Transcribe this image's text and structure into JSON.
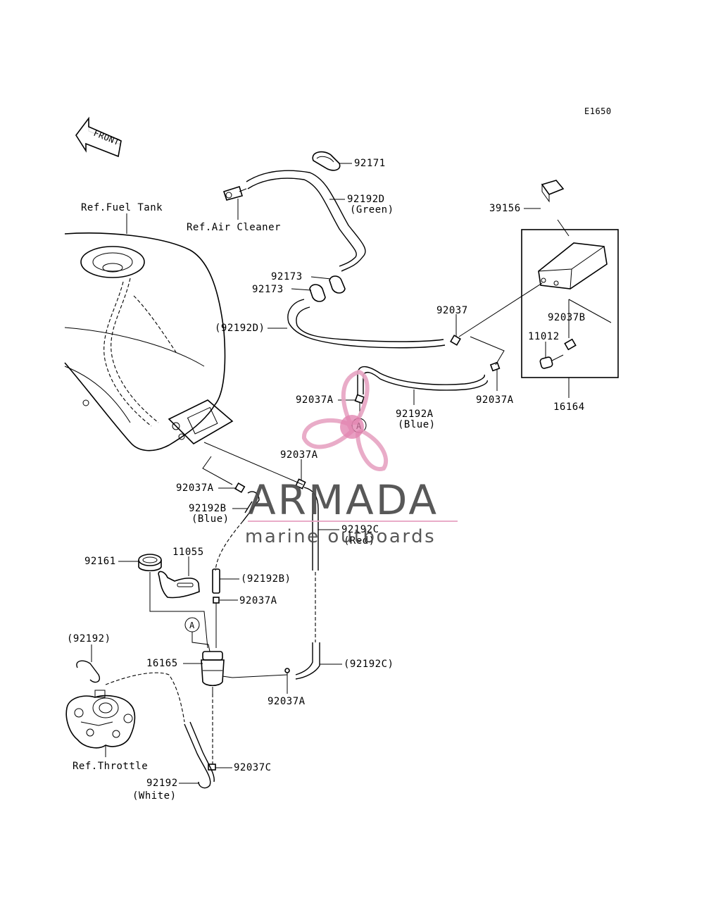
{
  "diagram_code": "E1650",
  "front_label": "FRONT",
  "callouts": {
    "ref_fuel_tank": "Ref.Fuel Tank",
    "ref_air_cleaner": "Ref.Air Cleaner",
    "ref_throttle": "Ref.Throttle",
    "p92171": "92171",
    "p92192D": "92192D",
    "p92192D_color": "(Green)",
    "p92173_a": "92173",
    "p92173_b": "92173",
    "p92192D_paren": "(92192D)",
    "p39156": "39156",
    "p92037": "92037",
    "p92037B": "92037B",
    "p11012": "11012",
    "p16164": "16164",
    "p92037A_right": "92037A",
    "p92037A_mid": "92037A",
    "p92192A": "92192A",
    "p92192A_color": "(Blue)",
    "p92037A_center": "92037A",
    "p92037A_left": "92037A",
    "p92192B": "92192B",
    "p92192B_color": "(Blue)",
    "p92192C": "92192C",
    "p92192C_color": "(Red)",
    "p92161": "92161",
    "p11055": "11055",
    "p92192B_paren": "(92192B)",
    "p92037A_lower": "92037A",
    "p92192_paren": "(92192)",
    "p16165": "16165",
    "p92192C_paren": "(92192C)",
    "p92037A_bottom": "92037A",
    "p92037C": "92037C",
    "p92192": "92192",
    "p92192_color": "(White)",
    "ref_A_top": "A",
    "ref_A_bottom": "A"
  },
  "watermark": {
    "brand": "ARMADA",
    "tagline": "marine outboards",
    "colors": {
      "propeller": "#e8a6c4",
      "hub": "#e07aaa",
      "text": "#4a4a4a"
    }
  }
}
